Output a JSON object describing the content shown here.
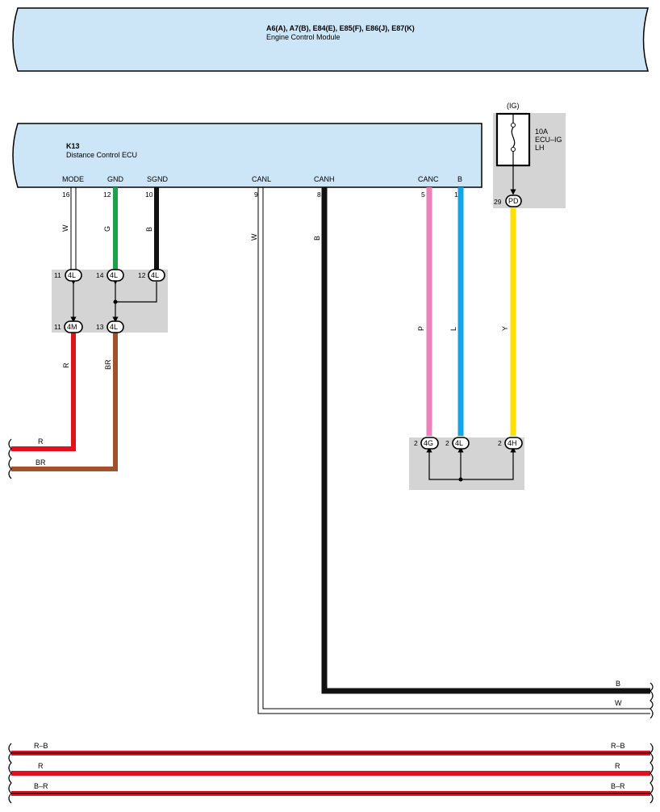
{
  "ecm": {
    "codes": "A6(A), A7(B), E84(E), E85(F), E86(J), E87(K)",
    "name": "Engine Control Module"
  },
  "ecu": {
    "code": "K13",
    "name": "Distance Control ECU",
    "terminals": [
      {
        "label": "MODE",
        "pin": "16",
        "wire": "W"
      },
      {
        "label": "GND",
        "pin": "12",
        "wire": "G"
      },
      {
        "label": "SGND",
        "pin": "10",
        "wire": "B"
      },
      {
        "label": "CANL",
        "pin": "9",
        "wire": "W"
      },
      {
        "label": "CANH",
        "pin": "8",
        "wire": "B"
      },
      {
        "label": "CANC",
        "pin": "5",
        "wire": "P"
      },
      {
        "label": "B",
        "pin": "1",
        "wire": "L"
      }
    ]
  },
  "fuse": {
    "supply": "(IG)",
    "rating": "10A",
    "name_line1": "ECU–IG",
    "name_line2": "LH",
    "pin": "29",
    "connector": "PD",
    "wire": "Y"
  },
  "junction_left": {
    "top": [
      {
        "pin": "11",
        "connector": "4L"
      },
      {
        "pin": "14",
        "connector": "4L"
      },
      {
        "pin": "12",
        "connector": "4L"
      }
    ],
    "bottom": [
      {
        "pin": "11",
        "connector": "4M"
      },
      {
        "pin": "13",
        "connector": "4L"
      }
    ],
    "out_wires": [
      "R",
      "BR"
    ]
  },
  "junction_right": [
    {
      "pin": "2",
      "connector": "4G"
    },
    {
      "pin": "2",
      "connector": "4L"
    },
    {
      "pin": "2",
      "connector": "4H"
    }
  ],
  "left_exits": [
    "R",
    "BR"
  ],
  "right_exits": [
    "B",
    "W"
  ],
  "bottom_bus": [
    {
      "left": "R–B",
      "right": "R–B"
    },
    {
      "left": "R",
      "right": "R"
    },
    {
      "left": "B–R",
      "right": "B–R"
    }
  ],
  "colors": {
    "component_fill": "#cce6f8",
    "junction_fill": "#d4d4d4",
    "wire_G": "#1aa348",
    "wire_B": "#111111",
    "wire_P": "#ee82b8",
    "wire_L": "#16a4e6",
    "wire_Y": "#ffe000",
    "wire_R": "#e3101e",
    "wire_BR": "#a0522d"
  }
}
